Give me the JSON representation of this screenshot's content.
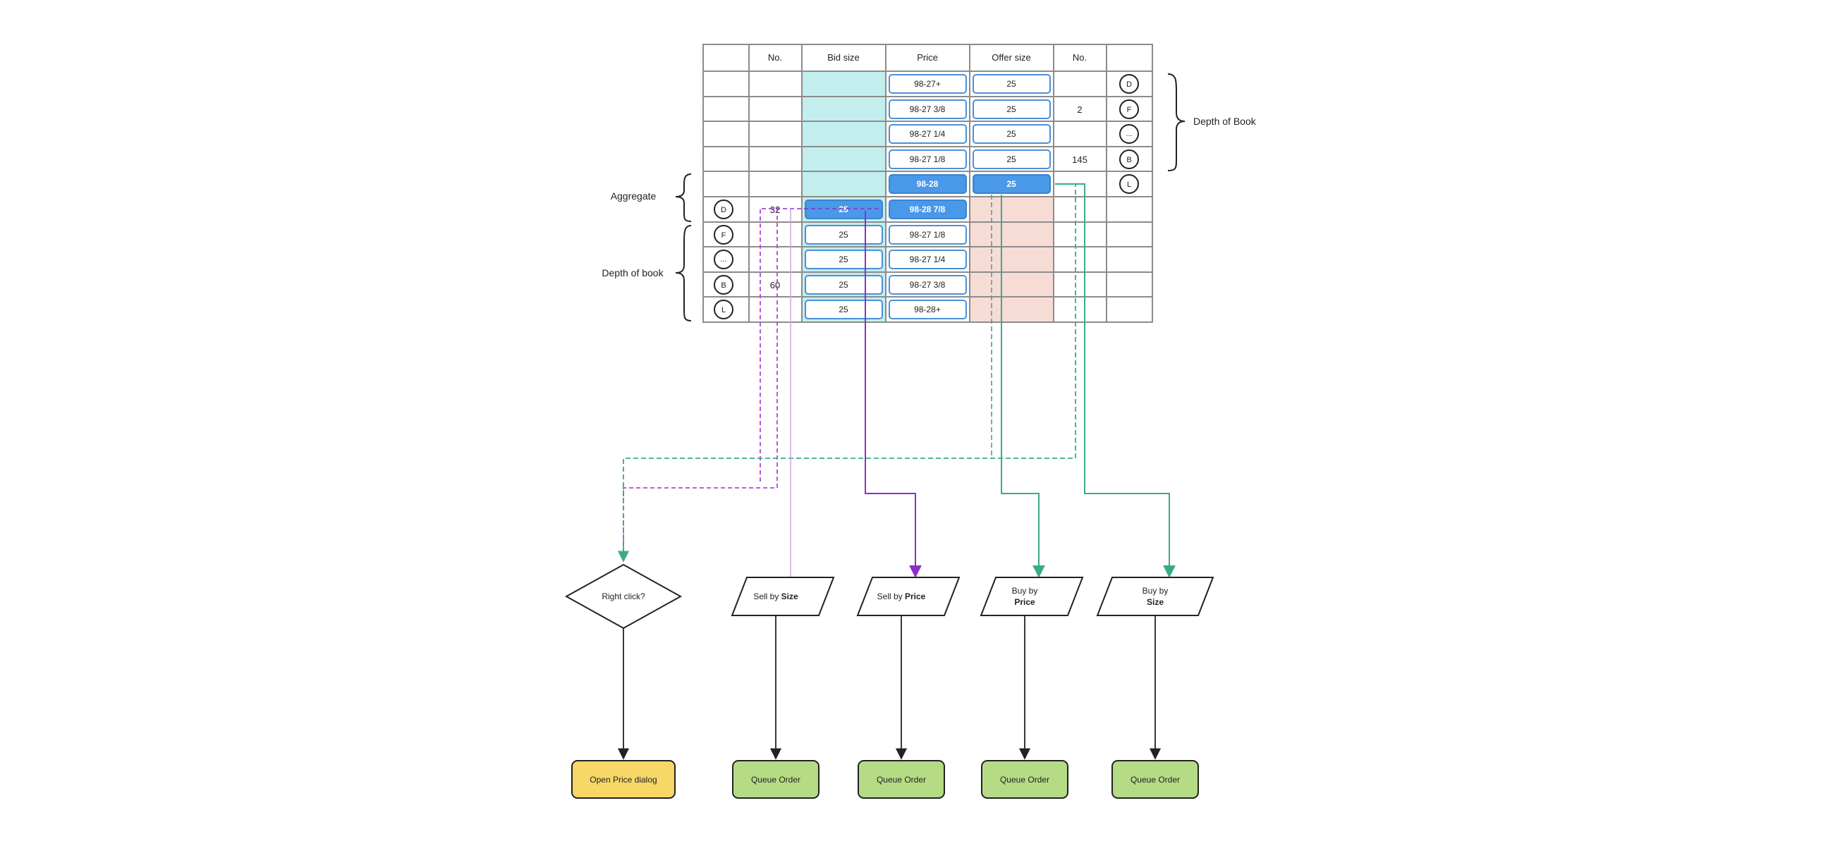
{
  "header": {
    "col_no_bid": "No.",
    "col_bid_size": "Bid size",
    "col_price": "Price",
    "col_offer_size": "Offer size",
    "col_no_offer": "No."
  },
  "offer_rows": [
    {
      "price": "98-27+",
      "offer_size": "25",
      "no": "",
      "badge": "D"
    },
    {
      "price": "98-27 3/8",
      "offer_size": "25",
      "no": "2",
      "badge": "F"
    },
    {
      "price": "98-27 1/4",
      "offer_size": "25",
      "no": "",
      "badge": "..."
    },
    {
      "price": "98-27 1/8",
      "offer_size": "25",
      "no": "145",
      "badge": "B"
    },
    {
      "price": "98-28",
      "offer_size": "25",
      "no": "",
      "badge": "L"
    }
  ],
  "bid_rows": [
    {
      "badge": "D",
      "no": "32",
      "bid_size": "25",
      "price": "98-28 7/8"
    },
    {
      "badge": "F",
      "no": "",
      "bid_size": "25",
      "price": "98-27 1/8"
    },
    {
      "badge": "...",
      "no": "",
      "bid_size": "25",
      "price": "98-27 1/4"
    },
    {
      "badge": "B",
      "no": "60",
      "bid_size": "25",
      "price": "98-27 3/8"
    },
    {
      "badge": "L",
      "no": "",
      "bid_size": "25",
      "price": "98-28+"
    }
  ],
  "labels": {
    "depth_of_book_top": "Depth of Book",
    "aggregate": "Aggregate",
    "depth_of_book_bottom": "Depth of book"
  },
  "decisions": {
    "right_click": "Right click?"
  },
  "inputs": {
    "sell_by_size": {
      "prefix": "Sell by ",
      "bold": "Size"
    },
    "sell_by_price": {
      "prefix": "Sell by ",
      "bold": "Price"
    },
    "buy_by_price": {
      "line1": "Buy by",
      "bold": "Price"
    },
    "buy_by_size": {
      "line1": "Buy by",
      "bold": "Size"
    }
  },
  "outcomes": {
    "open_price_dialog": "Open Price dialog",
    "queue_order_1": "Queue Order",
    "queue_order_2": "Queue Order",
    "queue_order_3": "Queue Order",
    "queue_order_4": "Queue Order"
  },
  "colors": {
    "grid": "#8c8c8c",
    "bid_fill": "#c3eeee",
    "offer_fill": "#f7dcd6",
    "highlight": "#4a98e8",
    "cell_border": "#4a90d9",
    "purple": "#8b2fc9",
    "purple_light": "#c9a6e8",
    "teal": "#3aaa8a",
    "yellow": "#f7d766",
    "green": "#b5db85"
  }
}
